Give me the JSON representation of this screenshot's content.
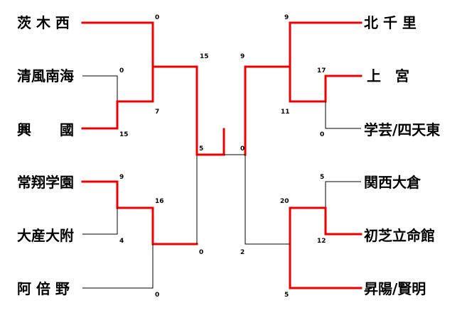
{
  "colors": {
    "winner_line": "#ee0000",
    "loser_line": "#000000",
    "text": "#000000"
  },
  "left": {
    "teams": [
      "茨 木 西",
      "清風南海",
      "興　　國",
      "常翔学園",
      "大産大附",
      "阿 倍 野"
    ],
    "scores": {
      "r1_top": "0",
      "r1_bottom": "15",
      "r1b_top": "9",
      "r1b_bottom": "4",
      "r2_top": "0",
      "r2_bottom": "7",
      "r2b_top": "16",
      "r2b_bottom": "0",
      "semi_top": "15",
      "semi_bottom": "5",
      "final_lower": "0"
    }
  },
  "right": {
    "teams": [
      "北 千 里",
      "上　宮",
      "学芸/四天東",
      "関西大倉",
      "初芝立命館",
      "昇陽/賢明"
    ],
    "scores": {
      "r1_top": "17",
      "r1_bottom": "0",
      "r1b_top": "5",
      "r1b_bottom": "12",
      "r2_top": "9",
      "r2_bottom": "11",
      "r2b_top": "20",
      "r2b_bottom": "5",
      "semi_top": "9",
      "semi_bottom": "0",
      "final_lower": "2"
    }
  }
}
